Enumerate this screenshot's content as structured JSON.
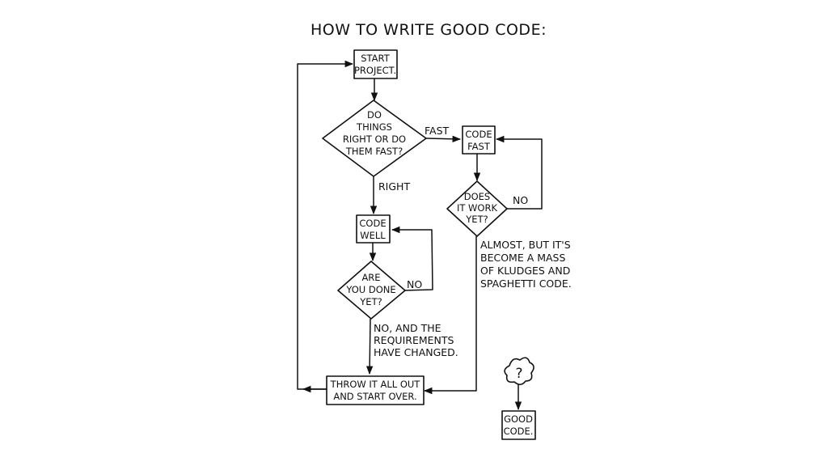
{
  "title": "HOW TO WRITE GOOD CODE:",
  "nodes": {
    "start": [
      "START",
      "PROJECT."
    ],
    "decide": [
      "DO",
      "THINGS",
      "RIGHT OR DO",
      "THEM FAST?"
    ],
    "code_well": [
      "CODE",
      "WELL"
    ],
    "done": [
      "ARE",
      "YOU DONE",
      "YET?"
    ],
    "code_fast": [
      "CODE",
      "FAST"
    ],
    "works": [
      "DOES",
      "IT WORK",
      "YET?"
    ],
    "throw": [
      "THROW IT ALL OUT",
      "AND START OVER."
    ],
    "mystery": [
      "?"
    ],
    "good": [
      "GOOD",
      "CODE."
    ]
  },
  "edges": {
    "fast": [
      "FAST"
    ],
    "right": [
      "RIGHT"
    ],
    "no_done": [
      "NO"
    ],
    "no_works": [
      "NO"
    ],
    "changed": [
      "NO, AND THE",
      "REQUIREMENTS",
      "HAVE CHANGED."
    ],
    "kludges": [
      "ALMOST, BUT IT'S",
      "BECOME A MASS",
      "OF KLUDGES AND",
      "SPAGHETTI CODE."
    ]
  }
}
